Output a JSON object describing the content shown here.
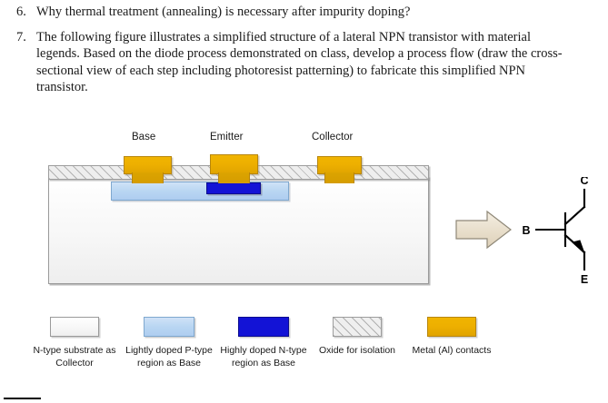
{
  "questions": [
    {
      "num": "6.",
      "text": "Why thermal treatment (annealing) is necessary after impurity doping?"
    },
    {
      "num": "7.",
      "text": "The following figure illustrates a simplified structure of a lateral NPN transistor with material legends. Based on the diode process demonstrated on class, develop a process flow (draw the cross-sectional view of each step including photoresist patterning) to fabricate this simplified NPN transistor."
    }
  ],
  "figure": {
    "terminal_labels": [
      {
        "name": "base",
        "text": "Base"
      },
      {
        "name": "emitter",
        "text": "Emitter"
      },
      {
        "name": "collector",
        "text": "Collector"
      }
    ]
  },
  "symbol": {
    "arrow_name": "right-arrow-icon",
    "device": "npn-transistor-symbol",
    "pins": [
      {
        "name": "collector",
        "text": "C"
      },
      {
        "name": "base",
        "text": "B"
      },
      {
        "name": "emitter",
        "text": "E"
      }
    ]
  },
  "legend": {
    "items": [
      {
        "name": "n-type-substrate",
        "swatch": "sw-sub",
        "color": "#f6f6f6",
        "label": "N-type substrate as Collector"
      },
      {
        "name": "lightly-doped-p-region",
        "swatch": "sw-p",
        "color": "#b9d6f2",
        "label": "Lightly doped P-type region as Base"
      },
      {
        "name": "highly-doped-n-region",
        "swatch": "sw-n",
        "color": "#1313d6",
        "label": "Highly doped N-type region  as Base"
      },
      {
        "name": "oxide-isolation",
        "swatch": "sw-ox",
        "color": "#efefef",
        "label": "Oxide for isolation"
      },
      {
        "name": "metal-contacts",
        "swatch": "sw-m",
        "color": "#eeb000",
        "label": "Metal (Al) contacts"
      }
    ]
  }
}
